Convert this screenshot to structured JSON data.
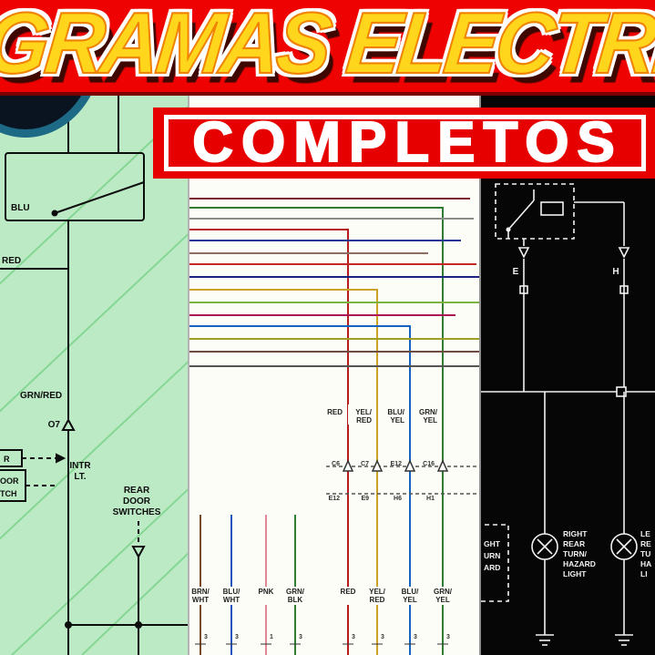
{
  "banner": {
    "title": "GRAMAS ELECTRIC",
    "subtitle": "COMPLETOS",
    "colors": {
      "banner_red": "#ee0202",
      "subtitle_banner_red": "#e60000",
      "title_yellow": "#ffd61b",
      "title_outline": "#ffffff"
    }
  },
  "panels": {
    "left_bg": "#bceac5",
    "middle_bg": "#fdfdf8",
    "right_bg": "#060606"
  },
  "left_diagram": {
    "wire_blu": "BLU",
    "wire_red": "RED",
    "wire_grn_red": "GRN/RED",
    "connector_o7": "O7",
    "intr_label": [
      "INTR",
      "LT."
    ],
    "rear_door_label": [
      "REAR",
      "DOOR",
      "SWITCHES"
    ],
    "edge_box_label": [
      "R",
      "OOR",
      "TCH"
    ]
  },
  "middle_diagram": {
    "wire_labels_top": [
      {
        "l1": "RED",
        "l2": ""
      },
      {
        "l1": "YEL/",
        "l2": "RED"
      },
      {
        "l1": "BLU/",
        "l2": "YEL"
      },
      {
        "l1": "GRN/",
        "l2": "YEL"
      }
    ],
    "connector_row1": [
      "C6",
      "C7",
      "E12",
      "C16"
    ],
    "connector_row2": [
      "E12",
      "E9",
      "H6",
      "H1"
    ],
    "wire_labels_bottom": [
      {
        "l1": "BRN/",
        "l2": "WHT"
      },
      {
        "l1": "BLU/",
        "l2": "WHT"
      },
      {
        "l1": "PNK",
        "l2": ""
      },
      {
        "l1": "GRN/",
        "l2": "BLK"
      },
      {
        "l1": "RED",
        "l2": ""
      },
      {
        "l1": "YEL/",
        "l2": "RED"
      },
      {
        "l1": "BLU/",
        "l2": "YEL"
      },
      {
        "l1": "GRN/",
        "l2": "YEL"
      }
    ],
    "pin_numbers": [
      "3",
      "3",
      "1",
      "3",
      "3",
      "3",
      "3",
      "3"
    ]
  },
  "right_diagram": {
    "pin_e": "E",
    "pin_h": "H",
    "right_lamp_label": [
      "RIGHT",
      "REAR",
      "TURN/",
      "HAZARD",
      "LIGHT"
    ],
    "left_lamp_label": [
      "LE",
      "RE",
      "TU",
      "HA",
      "LI"
    ],
    "edge_box_label": [
      "GHT",
      "URN",
      "ARD"
    ]
  }
}
